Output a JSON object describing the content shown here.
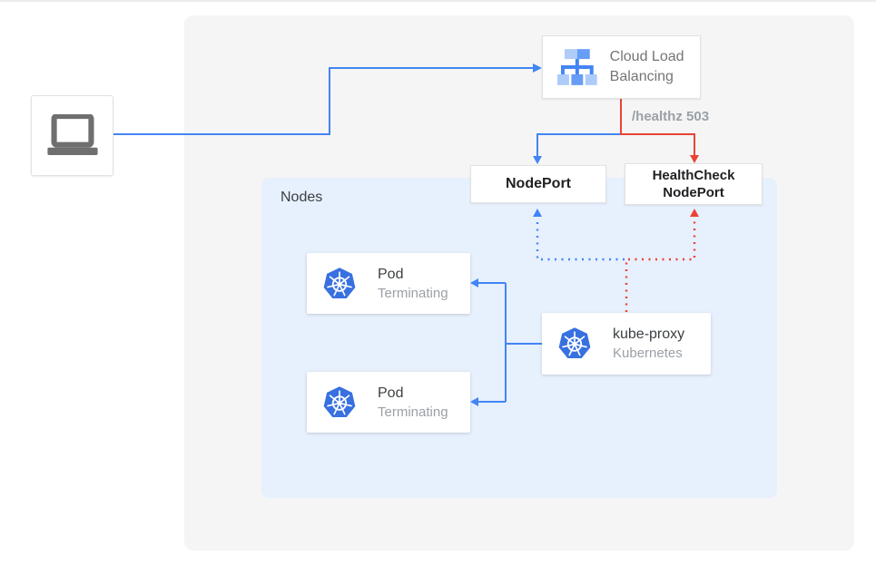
{
  "colors": {
    "blue": "#4285f4",
    "red": "#ea4335",
    "kubernetes_blue": "#3870e0",
    "panel_bg": "#f5f5f5",
    "nodes_bg": "#e7f0fd",
    "box_border": "#e2e2e2",
    "title_text": "#3c4043",
    "subtitle_text": "#9aa0a6",
    "bold_text": "#202124",
    "lb_text": "#757575",
    "laptop_gray": "#6f6f6f",
    "lb_icon_light": "#aecbfa",
    "lb_icon_medium": "#669df6",
    "lb_icon_dark": "#4285f4"
  },
  "client": {
    "icon": "laptop-icon"
  },
  "load_balancer": {
    "icon": "cloud-load-balancing-icon",
    "label": "Cloud Load Balancing"
  },
  "edges": {
    "healthz_label": "/healthz 503"
  },
  "nodes_group": {
    "label": "Nodes"
  },
  "nodeport": {
    "label": "NodePort"
  },
  "healthcheck_nodeport": {
    "label": "HealthCheck NodePort"
  },
  "kube_proxy": {
    "icon": "kubernetes-logo-icon",
    "title": "kube-proxy",
    "subtitle": "Kubernetes"
  },
  "pods": [
    {
      "icon": "kubernetes-logo-icon",
      "title": "Pod",
      "subtitle": "Terminating"
    },
    {
      "icon": "kubernetes-logo-icon",
      "title": "Pod",
      "subtitle": "Terminating"
    }
  ]
}
